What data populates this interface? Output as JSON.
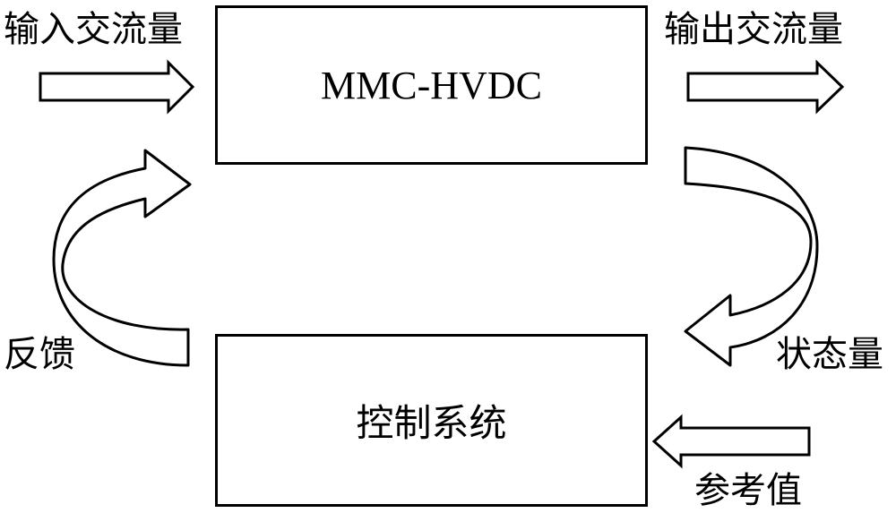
{
  "labels": {
    "input_ac": "输入交流量",
    "output_ac": "输出交流量",
    "feedback": "反馈",
    "state": "状态量",
    "reference": "参考值"
  },
  "blocks": {
    "top": "MMC-HVDC",
    "bottom": "控制系统"
  }
}
